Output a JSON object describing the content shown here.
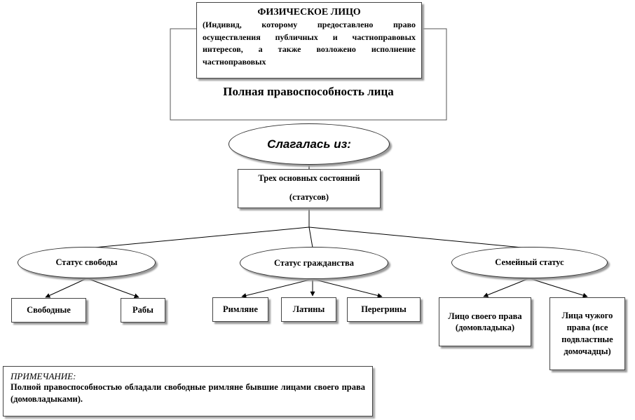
{
  "top": {
    "title": "ФИЗИЧЕСКОЕ ЛИЦО",
    "definition": "(Индивид, которому предоставлено право осуществления публичных и частноправовых интересов, а также возложено исполнение частноправовых",
    "capacity": "Полная правоспособность лица"
  },
  "consisted": "Слагалась из:",
  "base": {
    "line1": "Трех основных состояний",
    "line2": "(статусов)"
  },
  "statuses": [
    {
      "label": "Статус свободы"
    },
    {
      "label": "Статус гражданства"
    },
    {
      "label": "Семейный статус"
    }
  ],
  "leaves": {
    "free": "Свободные",
    "slaves": "Рабы",
    "romans": "Римляне",
    "latins": "Латины",
    "peregrines": "Перегрины",
    "own_right": "Лицо своего права (домовладыка)",
    "alien_right": "Лица чужого права (все подвластные домочадцы)"
  },
  "note": {
    "heading": "ПРИМЕЧАНИЕ:",
    "text": "Полной правоспособностью обладали свободные римляне бывшие лицами своего права (домовладыками)."
  }
}
